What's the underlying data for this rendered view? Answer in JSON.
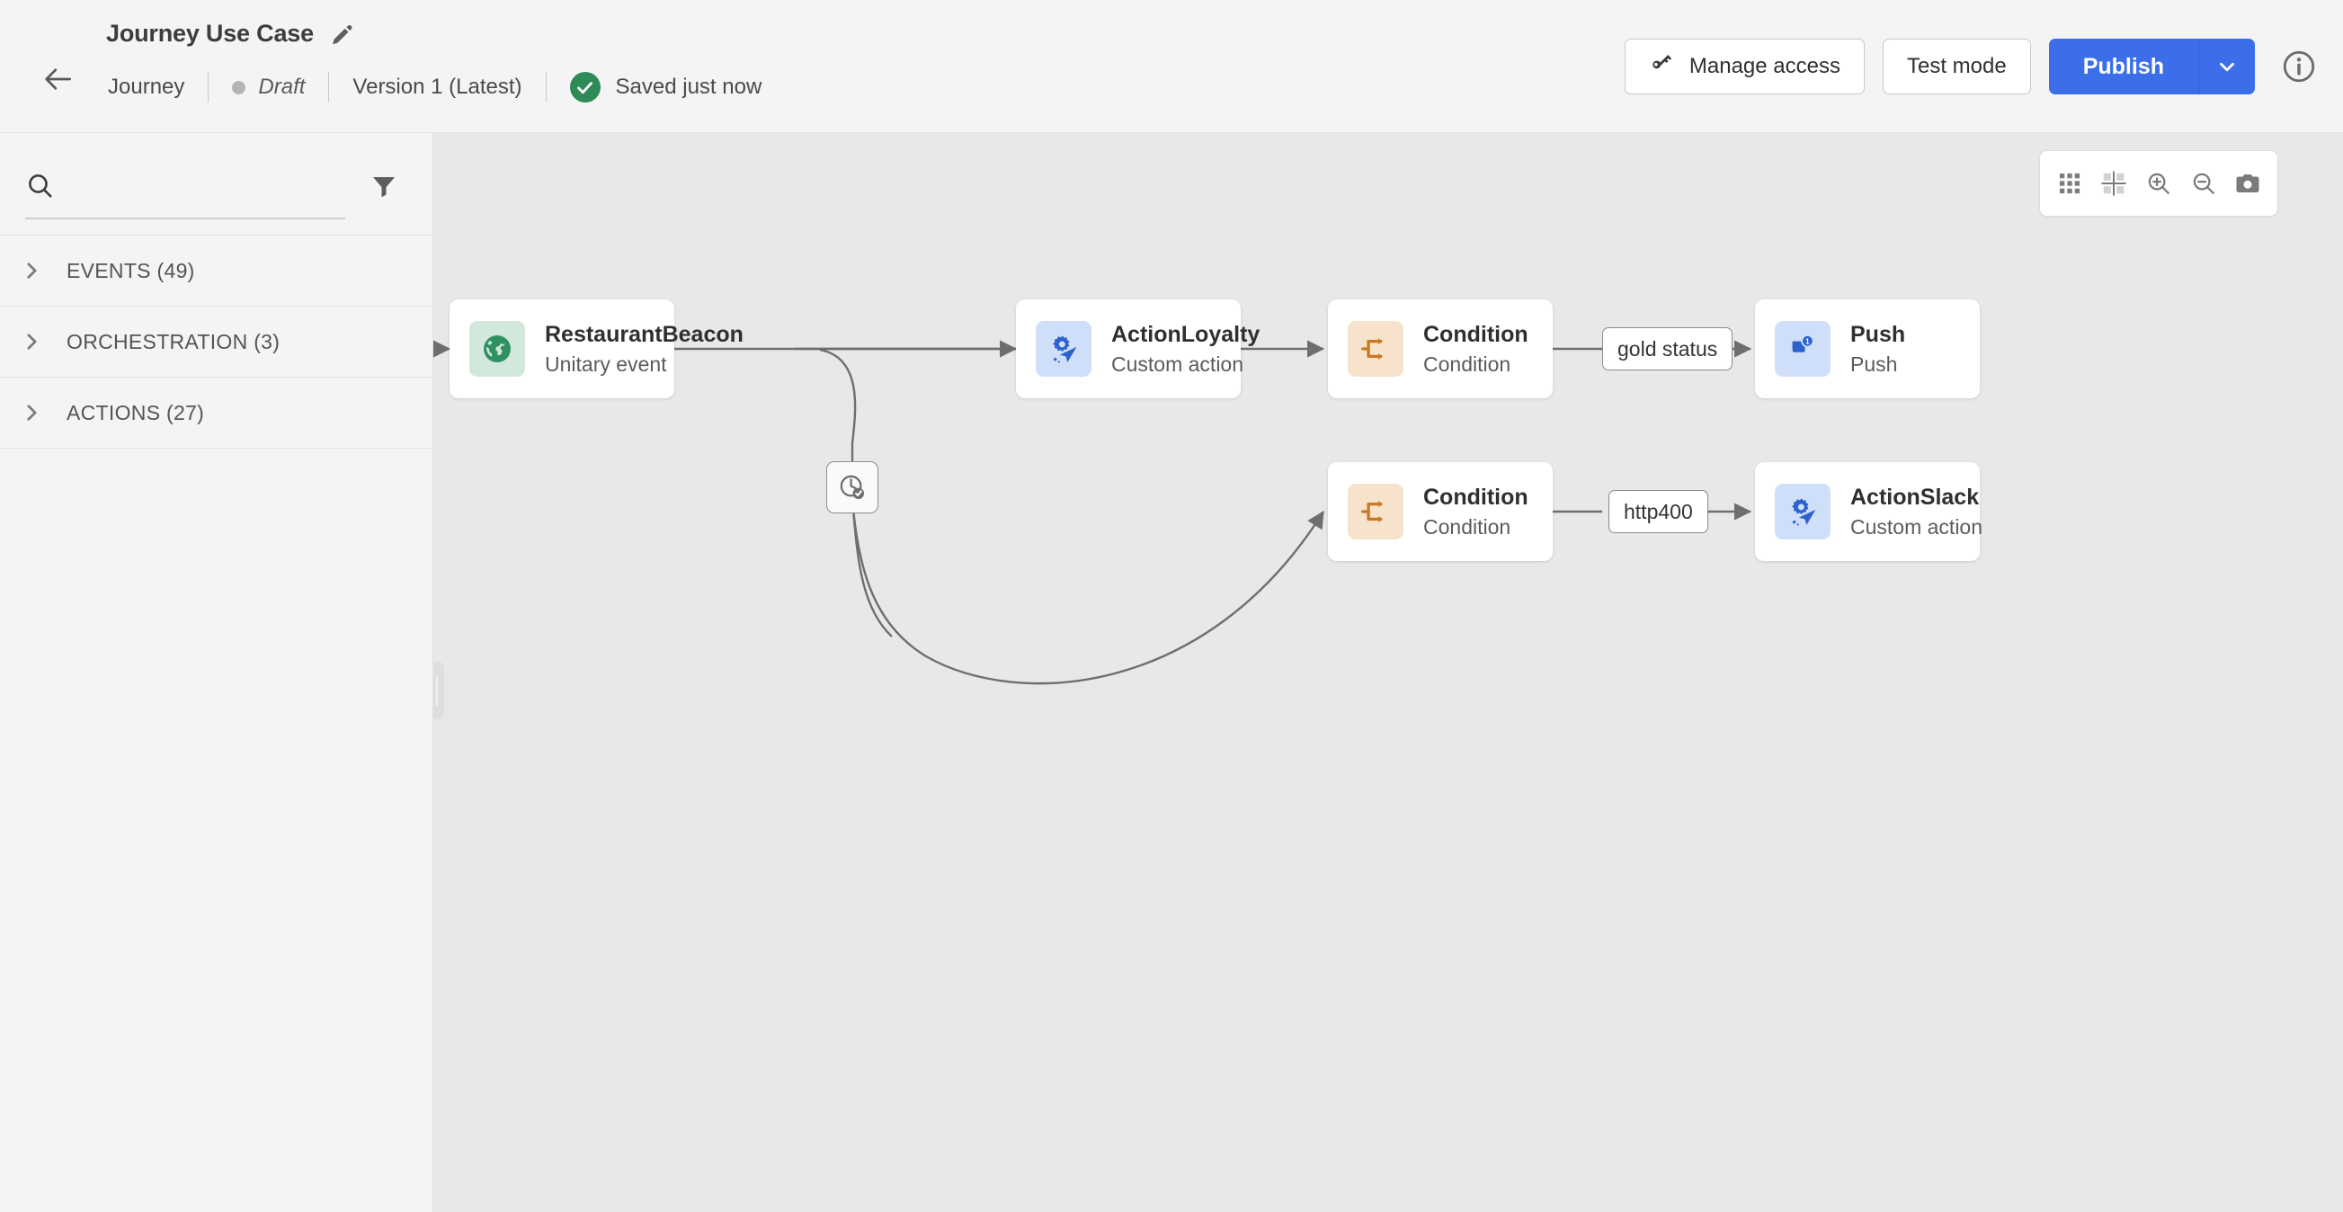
{
  "header": {
    "back_icon": "arrow-left-icon",
    "title": "Journey Use Case",
    "edit_icon": "pencil-icon",
    "type_label": "Journey",
    "status_label": "Draft",
    "version_label": "Version 1 (Latest)",
    "saved_label": "Saved just now",
    "saved_icon": "check-circle-icon",
    "manage_access_label": "Manage access",
    "manage_access_icon": "key-icon",
    "test_mode_label": "Test mode",
    "publish_label": "Publish",
    "publish_caret_icon": "chevron-down-icon",
    "info_icon": "info-circle-icon",
    "accent_color": "#3b6ee8",
    "saved_color": "#2e8b57"
  },
  "sidebar": {
    "search": {
      "value": "",
      "placeholder": "",
      "icon": "search-icon"
    },
    "filter_icon": "filter-icon",
    "sections": [
      {
        "label": "EVENTS (49)",
        "name": "events",
        "chevron": "chevron-right-icon"
      },
      {
        "label": "ORCHESTRATION (3)",
        "name": "orchestration",
        "chevron": "chevron-right-icon"
      },
      {
        "label": "ACTIONS (27)",
        "name": "actions",
        "chevron": "chevron-right-icon"
      }
    ]
  },
  "canvas": {
    "drag_handle": "panel-resize-handle",
    "toolbar": [
      {
        "name": "grid-icon",
        "label": "grid"
      },
      {
        "name": "fit-to-screen-icon",
        "label": "fit"
      },
      {
        "name": "zoom-in-icon",
        "label": "zoom in"
      },
      {
        "name": "zoom-out-icon",
        "label": "zoom out"
      },
      {
        "name": "camera-icon",
        "label": "screenshot"
      }
    ],
    "nodes": [
      {
        "id": "restaurant-beacon",
        "title": "RestaurantBeacon",
        "subtitle": "Unitary event",
        "icon": "globe-icon",
        "icon_bg": "#d3e8dc",
        "icon_fg": "#2f9162"
      },
      {
        "id": "action-loyalty",
        "title": "ActionLoyalty",
        "subtitle": "Custom action",
        "icon": "gear-send-icon",
        "icon_bg": "#cfdffa",
        "icon_fg": "#2d62cc"
      },
      {
        "id": "condition-top",
        "title": "Condition",
        "subtitle": "Condition",
        "icon": "branch-icon",
        "icon_bg": "#f7e2cb",
        "icon_fg": "#c87a22"
      },
      {
        "id": "push",
        "title": "Push",
        "subtitle": "Push",
        "icon": "push-notification-icon",
        "icon_bg": "#cfdffa",
        "icon_fg": "#2d62cc"
      },
      {
        "id": "condition-bottom",
        "title": "Condition",
        "subtitle": "Condition",
        "icon": "branch-icon",
        "icon_bg": "#f7e2cb",
        "icon_fg": "#c87a22"
      },
      {
        "id": "action-slack",
        "title": "ActionSlack",
        "subtitle": "Custom action",
        "icon": "gear-send-icon",
        "icon_bg": "#cfdffa",
        "icon_fg": "#2d62cc"
      }
    ],
    "edge_labels": [
      {
        "id": "gold-status",
        "label": "gold status"
      },
      {
        "id": "http400",
        "label": "http400"
      }
    ],
    "timer_chip": {
      "icon": "clock-check-icon"
    }
  }
}
